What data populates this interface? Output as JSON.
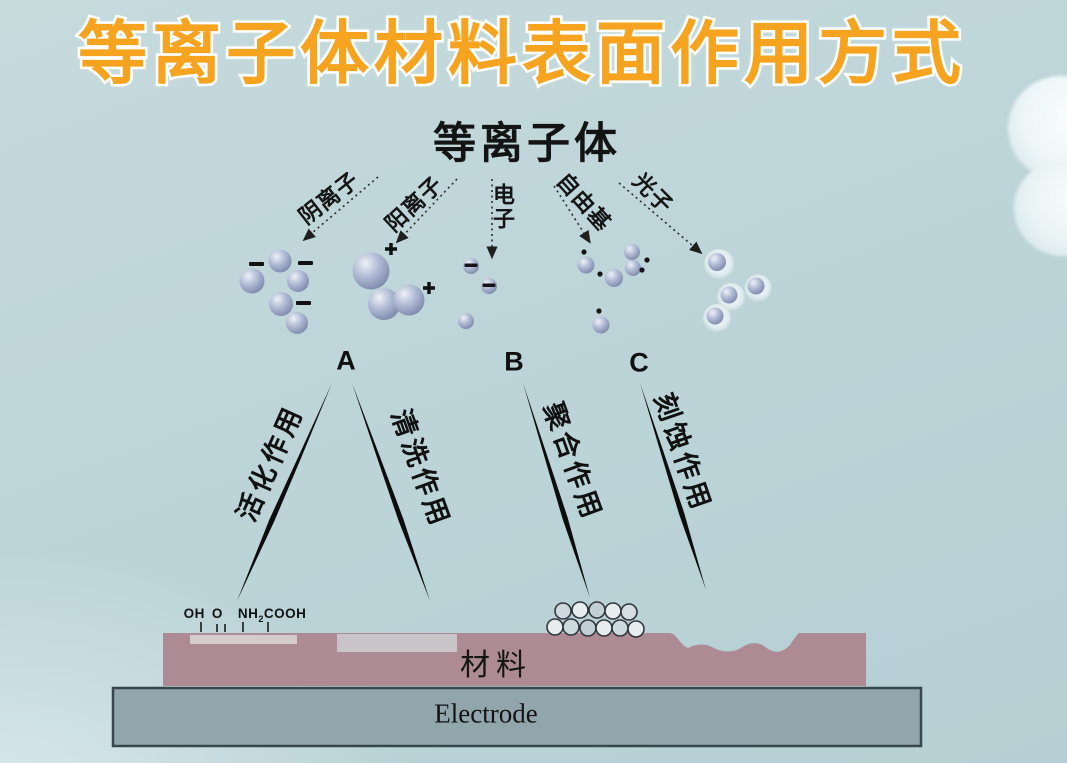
{
  "slide": {
    "title": "等离子体材料表面作用方式",
    "plasma_heading": "等离子体"
  },
  "particle_labels": {
    "anion": "阴离子",
    "cation": "阳离子",
    "electron": "电子",
    "radical": "自由基",
    "photon": "光子"
  },
  "branch_letters": {
    "a": "A",
    "b": "B",
    "c": "C"
  },
  "action_labels": {
    "activation": "活化作用",
    "cleaning": "清洗作用",
    "polymerization": "聚合作用",
    "etching": "刻蚀作用"
  },
  "surface_chemistry": {
    "group1": "OH",
    "group2": "O",
    "group3_main": "NH",
    "group3_sub": "2",
    "group4": "COOH"
  },
  "substrate": {
    "material_label": "材料",
    "electrode_label": "Electrode"
  },
  "colors": {
    "title_orange": "#F6A41F",
    "title_outline": "#FFFFFF",
    "background_cyan": "#BDD5D9",
    "material_pink": "#AD8B94",
    "material_patch_light": "#D3CDCD",
    "electrode_gray": "#90A5AC",
    "electrode_border": "#37474D",
    "sphere_blue": "#A9B4D0",
    "photon_halo": "#E7F0F2",
    "ink": "#161616"
  }
}
